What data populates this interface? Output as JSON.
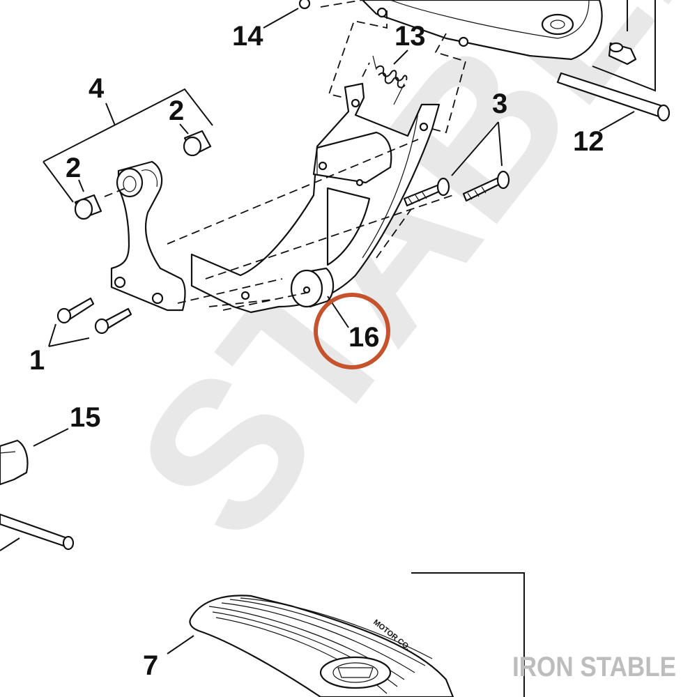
{
  "diagram": {
    "callouts": {
      "c1": "1",
      "c2a": "2",
      "c2b": "2",
      "c3": "3",
      "c4": "4",
      "c7": "7",
      "c12": "12",
      "c13": "13",
      "c14": "14",
      "c15": "15",
      "c16": "16"
    },
    "watermark": "STABLE",
    "brand_label": "IRON STABLE",
    "emblem_text": "MOTOR CO.",
    "highlight_color": "#c4532e",
    "watermark_color": "#e8e8e8",
    "brand_label_color": "#bdbdbd"
  }
}
